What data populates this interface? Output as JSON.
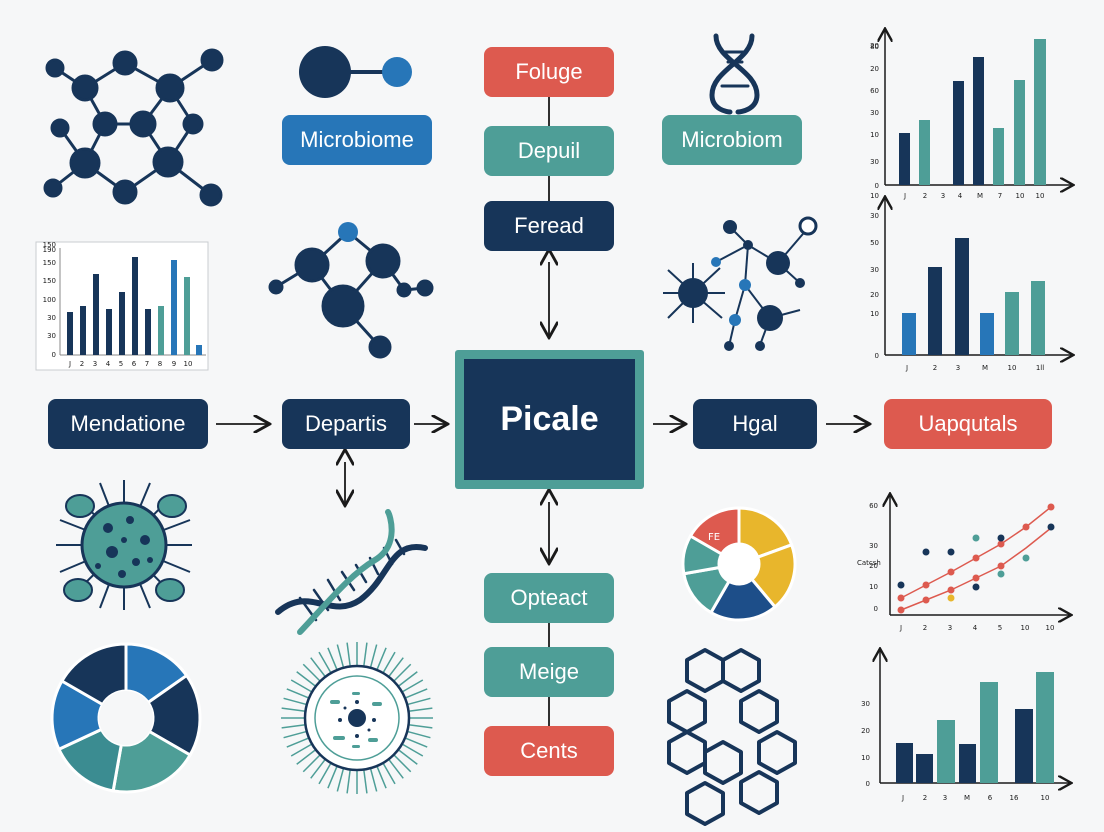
{
  "colors": {
    "navy": "#173559",
    "teal": "#4e9e97",
    "red": "#dd5a4f",
    "blue": "#2776b8",
    "yellow": "#e8b62c"
  },
  "nodes": {
    "center": "Picale",
    "top_1": "Foluge",
    "top_2": "Depuil",
    "top_3": "Feread",
    "left_1": "Mendatione",
    "left_2": "Departis",
    "right_1": "Hgal",
    "right_2": "Uapqutals",
    "bottom_1": "Opteact",
    "bottom_2": "Meige",
    "bottom_3": "Cents",
    "label_microbiome": "Microbiome",
    "label_microbiom": "Microbiom"
  },
  "charts": {
    "top_right_bar": {
      "yticks": [
        "0",
        "30",
        "10",
        "30",
        "60",
        "20",
        "80",
        "20"
      ],
      "xticks": [
        "J",
        "2",
        "3",
        "4",
        "M",
        "7",
        "10",
        "10"
      ]
    },
    "left_bar": {
      "yticks": [
        "0",
        "30",
        "30",
        "100",
        "150",
        "150",
        "150",
        "190"
      ],
      "xticks": [
        "J",
        "2",
        "3",
        "4",
        "5",
        "6",
        "7",
        "8",
        "9",
        "10"
      ]
    },
    "mid_right_bar": {
      "yticks": [
        "0",
        "10",
        "20",
        "30",
        "50",
        "30",
        "10"
      ],
      "xticks": [
        "J",
        "2",
        "3",
        "M",
        "10",
        "1ll"
      ]
    },
    "line_chart": {
      "ylabel": "Catcsh",
      "yticks": [
        "0",
        "10",
        "20",
        "30",
        "60"
      ],
      "xticks": [
        "J",
        "2",
        "3",
        "4",
        "5",
        "10",
        "10"
      ]
    },
    "bottom_right_bar": {
      "yticks": [
        "0",
        "10",
        "20",
        "30"
      ],
      "xticks": [
        "J",
        "2",
        "3",
        "M",
        "6",
        "16",
        "10"
      ]
    },
    "pie_label": "FE"
  }
}
